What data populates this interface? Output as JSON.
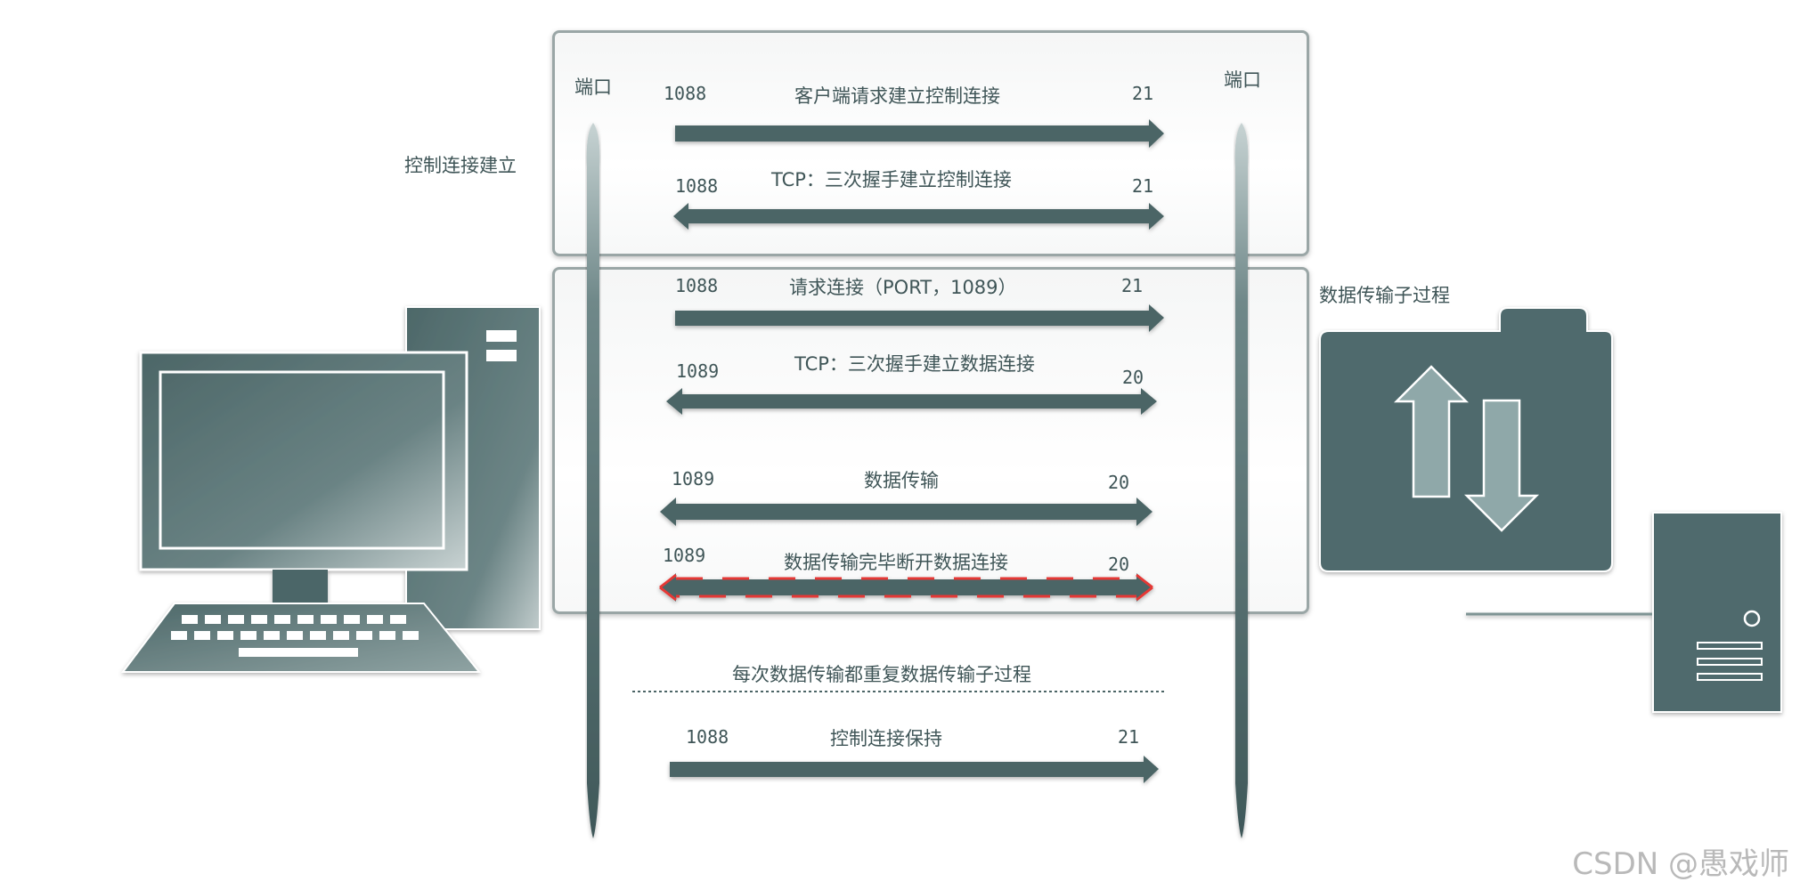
{
  "colors": {
    "arrow": "#4c6566",
    "dark": "#4f6b6d",
    "red_dash": "#e53935",
    "text": "#3f5557",
    "watermark": "#b9b9b9"
  },
  "labels": {
    "port_left": "端口",
    "port_right": "端口",
    "control_phase": "控制连接建立",
    "data_phase": "数据传输子过程",
    "repeat_note": "每次数据传输都重复数据传输子过程"
  },
  "messages": [
    {
      "id": "m1",
      "left_port": "1088",
      "right_port": "21",
      "text": "客户端请求建立控制连接",
      "direction": "right"
    },
    {
      "id": "m2",
      "left_port": "1088",
      "right_port": "21",
      "text": "TCP：三次握手建立控制连接",
      "direction": "both"
    },
    {
      "id": "m3",
      "left_port": "1088",
      "right_port": "21",
      "text": "请求连接（PORT，1089）",
      "direction": "right"
    },
    {
      "id": "m4",
      "left_port": "1089",
      "right_port": "20",
      "text": "TCP：三次握手建立数据连接",
      "direction": "both"
    },
    {
      "id": "m5",
      "left_port": "1089",
      "right_port": "20",
      "text": "数据传输",
      "direction": "both"
    },
    {
      "id": "m6",
      "left_port": "1089",
      "right_port": "20",
      "text": "数据传输完毕断开数据连接",
      "direction": "both",
      "dashed_red": true
    },
    {
      "id": "m7",
      "left_port": "1088",
      "right_port": "21",
      "text": "控制连接保持",
      "direction": "right"
    }
  ],
  "icons": {
    "client": "desktop-computer-icon",
    "transfer": "folder-transfer-icon",
    "server": "server-tower-icon"
  },
  "watermark": "CSDN @愚戏师"
}
